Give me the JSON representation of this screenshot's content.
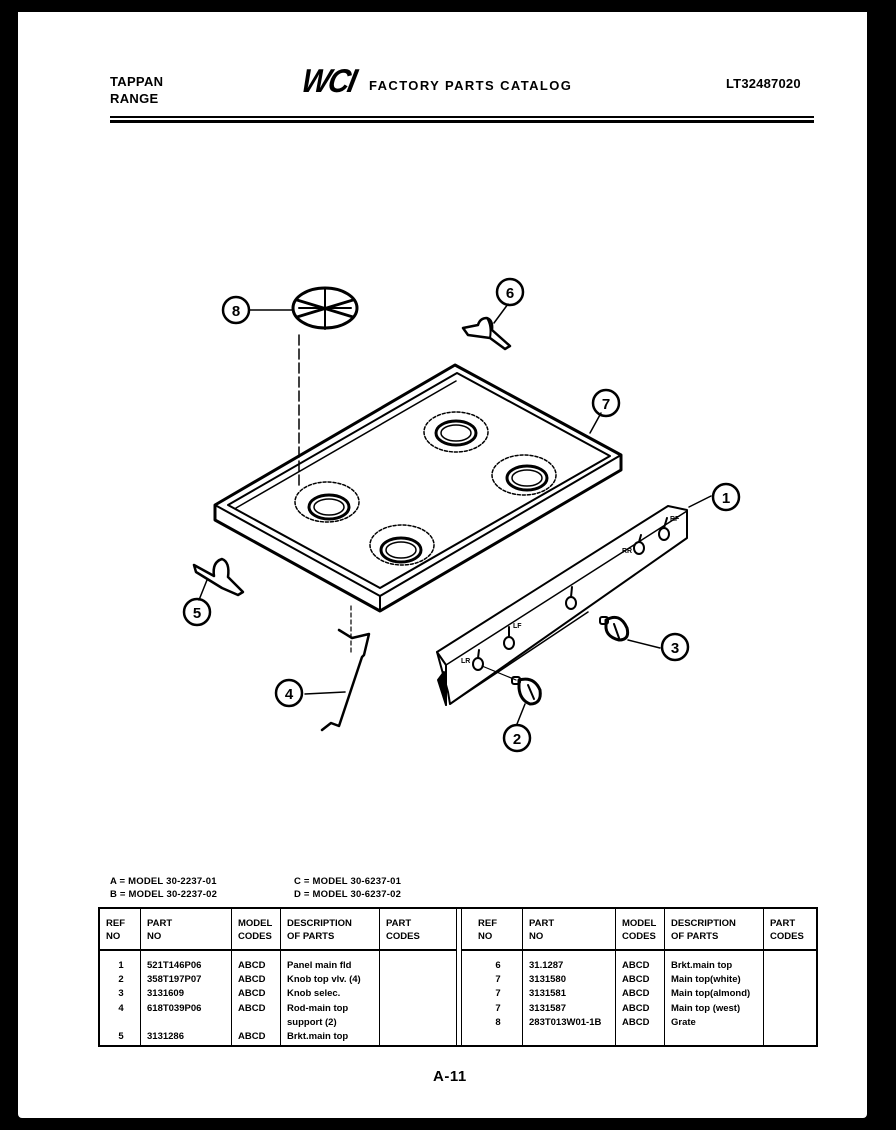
{
  "header": {
    "brand_line1": "TAPPAN",
    "brand_line2": "RANGE",
    "logo": "WCI",
    "catalog_title": "FACTORY PARTS CATALOG",
    "catalog_code": "LT32487020"
  },
  "diagram": {
    "callouts": [
      {
        "ref": "1",
        "part": "control-panel"
      },
      {
        "ref": "2",
        "part": "knob-top-valve"
      },
      {
        "ref": "3",
        "part": "knob-selector"
      },
      {
        "ref": "4",
        "part": "support-rod"
      },
      {
        "ref": "5",
        "part": "bracket-left"
      },
      {
        "ref": "6",
        "part": "bracket-right"
      },
      {
        "ref": "7",
        "part": "main-top"
      },
      {
        "ref": "8",
        "part": "grate"
      }
    ],
    "panel_labels": [
      "LR",
      "LF",
      "RR",
      "RF"
    ]
  },
  "models": {
    "a": "A = MODEL 30-2237-01",
    "b": "B = MODEL 30-2237-02",
    "c": "C = MODEL 30-6237-01",
    "d": "D = MODEL 30-6237-02"
  },
  "table": {
    "headers": {
      "ref_no": "REF\nNO",
      "part_no": "PART\nNO",
      "model_codes": "MODEL\nCODES",
      "description": "DESCRIPTION\nOF PARTS",
      "part_codes": "PART\nCODES"
    },
    "left": {
      "ref_no": "1\n2\n3\n4\n\n5",
      "part_no": "521T146P06\n358T197P07\n3131609\n618T039P06\n\n3131286",
      "model_codes": "ABCD\nABCD\nABCD\nABCD\n\nABCD",
      "description": "Panel main fld\nKnob top vlv. (4)\nKnob selec.\nRod-main top\n  support (2)\nBrkt.main top",
      "part_codes": ""
    },
    "right": {
      "ref_no": "6\n7\n7\n7\n8",
      "part_no": "31.1287\n3131580\n3131581\n3131587\n283T013W01-1B",
      "model_codes": "ABCD\nABCD\nABCD\nABCD\nABCD",
      "description": "Brkt.main top\nMain top(white)\nMain top(almond)\nMain top (west)\nGrate",
      "part_codes": ""
    }
  },
  "footer": {
    "page_number": "A-11"
  }
}
